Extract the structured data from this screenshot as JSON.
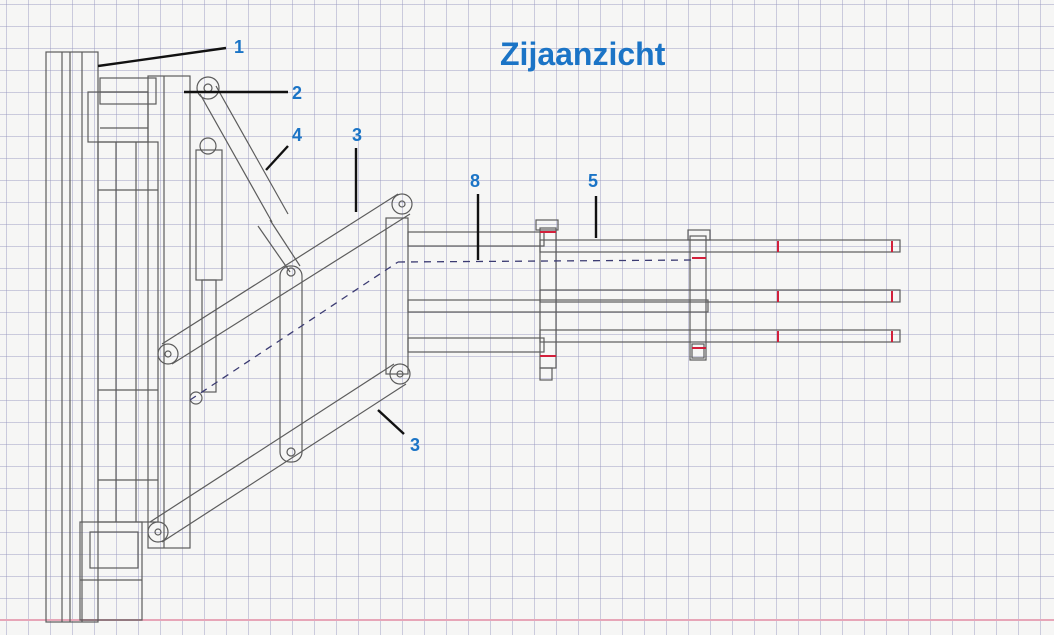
{
  "title": "Zijaanzicht",
  "callouts": [
    {
      "id": "c1",
      "label": "1"
    },
    {
      "id": "c2",
      "label": "2"
    },
    {
      "id": "c4",
      "label": "4"
    },
    {
      "id": "c3a",
      "label": "3"
    },
    {
      "id": "c8",
      "label": "8"
    },
    {
      "id": "c5",
      "label": "5"
    },
    {
      "id": "c3b",
      "label": "3"
    }
  ],
  "colors": {
    "label_blue": "#1b74c6",
    "pencil": "#5c5c5c",
    "hidden_line": "#3b3b72",
    "red_mark": "#d21f3a",
    "grid": "#9696be",
    "margin": "#e7a6b8"
  }
}
